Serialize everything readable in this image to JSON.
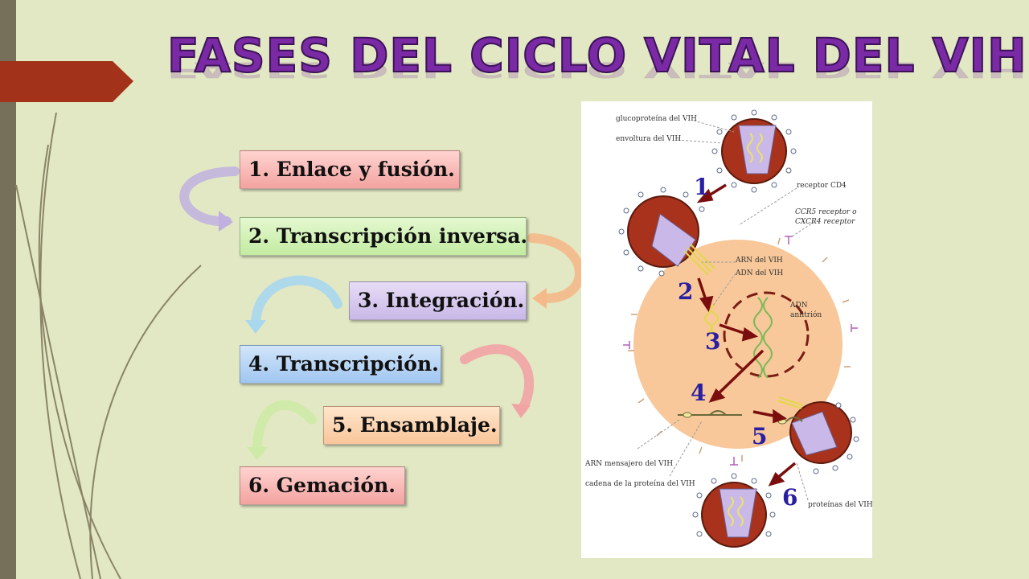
{
  "title": "Fases del ciclo vital del VIH",
  "phases": [
    {
      "label": "1. Enlace y fusión."
    },
    {
      "label": "2. Transcripción inversa."
    },
    {
      "label": "3. Integración."
    },
    {
      "label": "4. Transcripción."
    },
    {
      "label": "5. Ensamblaje."
    },
    {
      "label": "6. Gemación."
    }
  ],
  "diagram": {
    "labels": {
      "glycoprotein": "glucoproteína del VIH",
      "envelope": "envoltura del VIH",
      "cd4": "receptor CD4",
      "ccr5_1": "CCR5 receptor o",
      "ccr5_2": "CXCR4 receptor",
      "arn": "ARN del VIH",
      "adn": "ADN del VIH",
      "adn_host_1": "ADN",
      "adn_host_2": "anfitrión",
      "mrna": "ARN mensajero del VIH",
      "protein_chain": "cadena de la proteína del VIH",
      "proteins": "proteínas del VIH"
    },
    "steps": [
      "1",
      "2",
      "3",
      "4",
      "5",
      "6"
    ]
  },
  "colors": {
    "title": "#7b2aa6",
    "accent_arrow": "#a3321a",
    "sidebar": "#76705a",
    "cell": "#f8c89a",
    "virus": "#a8321c",
    "step_number": "#2a1fa0",
    "step_arrow": "#7a0d0d"
  }
}
